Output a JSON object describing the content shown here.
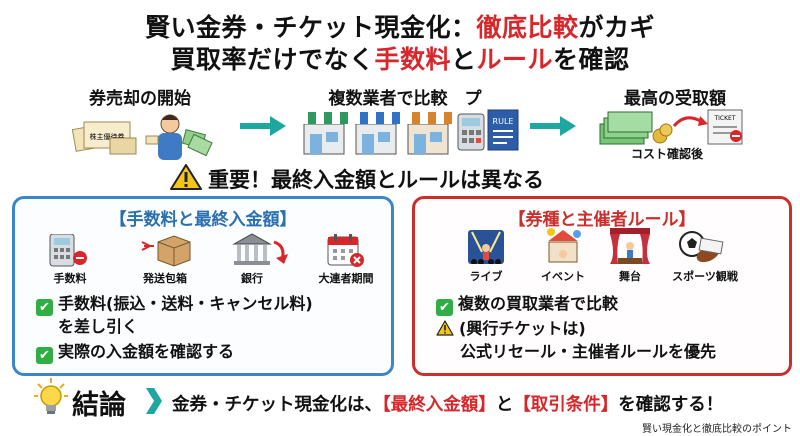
{
  "title": {
    "line1_pre": "賢い金券・チケット現金化：",
    "line1_red": "徹底比較",
    "line1_post": "がカギ",
    "line2_pre": "買取率だけでなく",
    "line2_red1": "手数料",
    "line2_mid": "と",
    "line2_red2": "ルール",
    "line2_post": "を確認"
  },
  "flow": {
    "step1": "券売却の開始",
    "step2": "複数業者で比較　プ",
    "step3": "最高の受取額",
    "ticket_text": "株主優待券",
    "rule_text": "RULE",
    "cost_label": "コスト確認後",
    "ticket_label": "TICKET"
  },
  "important": "重要！最終入金額とルールは異なる",
  "left_box": {
    "title": "【手数料と最終入金額】",
    "icons": [
      {
        "label": "手数料",
        "icon": "calculator-icon"
      },
      {
        "label": "発送包箱",
        "icon": "package-icon"
      },
      {
        "label": "銀行",
        "icon": "bank-icon"
      },
      {
        "label": "大連者期間",
        "icon": "calendar-icon"
      }
    ],
    "check1_a": "手数料(振込・送料・キャンセル料)",
    "check1_b": "を差し引く",
    "check2": "実際の入金額を確認する"
  },
  "right_box": {
    "title": "【券種と主催者ルール】",
    "icons": [
      {
        "label": "ライブ",
        "icon": "concert-icon"
      },
      {
        "label": "イベント",
        "icon": "event-icon"
      },
      {
        "label": "舞台",
        "icon": "stage-icon"
      },
      {
        "label": "スポーツ観戦",
        "icon": "sports-icon"
      }
    ],
    "check1": "複数の買取業者で比較",
    "warn_a": "(興行チケットは)",
    "warn_b": "公式リセール・主催者ルールを優先"
  },
  "conclusion": {
    "label": "結論",
    "text_pre": "金券・チケット現金化は、",
    "red1": "【最終入金額】",
    "mid": "と",
    "red2": "【取引条件】",
    "post": "を確認する！"
  },
  "footer": "賢い現金化と徹底比較のポイント",
  "colors": {
    "accent_red": "#d9262a",
    "accent_blue": "#3d86c6",
    "teal_arrow": "#1ea7a0",
    "check_green": "#2fae43"
  }
}
